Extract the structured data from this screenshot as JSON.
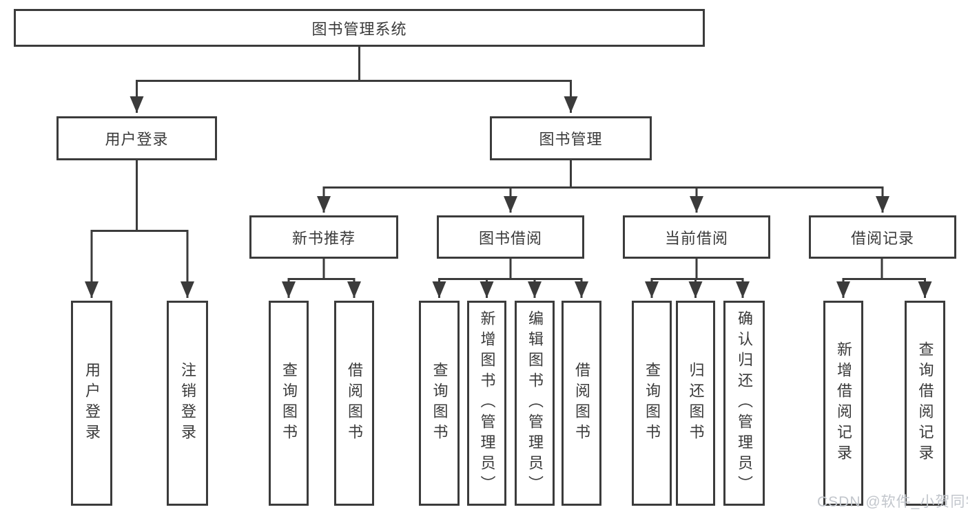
{
  "tree": {
    "root": {
      "label": "图书管理系统"
    },
    "children": [
      {
        "label": "用户登录",
        "children": [
          {
            "label": "用户登录"
          },
          {
            "label": "注销登录"
          }
        ]
      },
      {
        "label": "图书管理",
        "children": [
          {
            "label": "新书推荐",
            "children": [
              {
                "label": "查询图书"
              },
              {
                "label": "借阅图书"
              }
            ]
          },
          {
            "label": "图书借阅",
            "children": [
              {
                "label": "查询图书"
              },
              {
                "label": "新增图书（管理员）"
              },
              {
                "label": "编辑图书（管理员）"
              },
              {
                "label": "借阅图书"
              }
            ]
          },
          {
            "label": "当前借阅",
            "children": [
              {
                "label": "查询图书"
              },
              {
                "label": "归还图书"
              },
              {
                "label": "确认归还（管理员）"
              }
            ]
          },
          {
            "label": "借阅记录",
            "children": [
              {
                "label": "新增借阅记录"
              },
              {
                "label": "查询借阅记录"
              }
            ]
          }
        ]
      }
    ]
  },
  "watermark": {
    "text": "CSDN @软件_小贺同学"
  },
  "colors": {
    "line": "#3b3b3b",
    "text": "#3a3a3a",
    "background": "#ffffff",
    "watermark": "#c2c6cc"
  }
}
